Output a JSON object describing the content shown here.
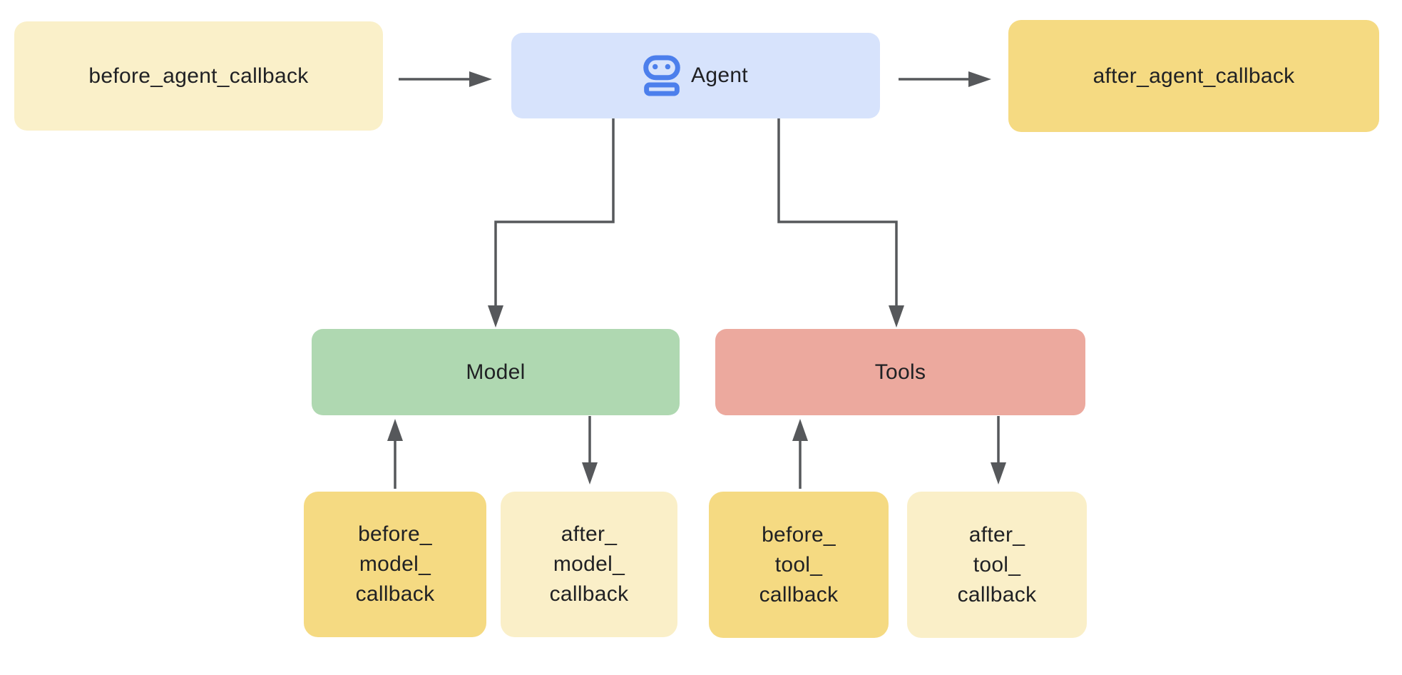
{
  "diagram": {
    "background_color": "#FFFFFF",
    "arrow_color": "#56585B",
    "text_color": "#202124",
    "nodes": {
      "before_agent_callback": {
        "label": "before_agent_callback",
        "bg": "#FAF0C9"
      },
      "agent": {
        "label": "Agent",
        "bg": "#D7E3FC",
        "icon": "robot-icon",
        "icon_color": "#4C7FEC"
      },
      "after_agent_callback": {
        "label": "after_agent_callback",
        "bg": "#F5DA82"
      },
      "model": {
        "label": "Model",
        "bg": "#AFD8B1"
      },
      "tools": {
        "label": "Tools",
        "bg": "#ECA99E"
      },
      "before_model_callback": {
        "label": "before_\nmodel_\ncallback",
        "bg": "#F5DA82"
      },
      "after_model_callback": {
        "label": "after_\nmodel_\ncallback",
        "bg": "#FAEFC8"
      },
      "before_tool_callback": {
        "label": "before_\ntool_\ncallback",
        "bg": "#F5DA82"
      },
      "after_tool_callback": {
        "label": "after_\ntool_\ncallback",
        "bg": "#FAEFC8"
      }
    },
    "edges": [
      {
        "from": "before_agent_callback",
        "to": "agent",
        "style": "straight-right"
      },
      {
        "from": "agent",
        "to": "after_agent_callback",
        "style": "straight-right"
      },
      {
        "from": "agent",
        "to": "model",
        "style": "elbow-down"
      },
      {
        "from": "agent",
        "to": "tools",
        "style": "elbow-down"
      },
      {
        "from": "before_model_callback",
        "to": "model",
        "style": "straight-up"
      },
      {
        "from": "model",
        "to": "after_model_callback",
        "style": "straight-down"
      },
      {
        "from": "before_tool_callback",
        "to": "tools",
        "style": "straight-up"
      },
      {
        "from": "tools",
        "to": "after_tool_callback",
        "style": "straight-down"
      }
    ]
  }
}
